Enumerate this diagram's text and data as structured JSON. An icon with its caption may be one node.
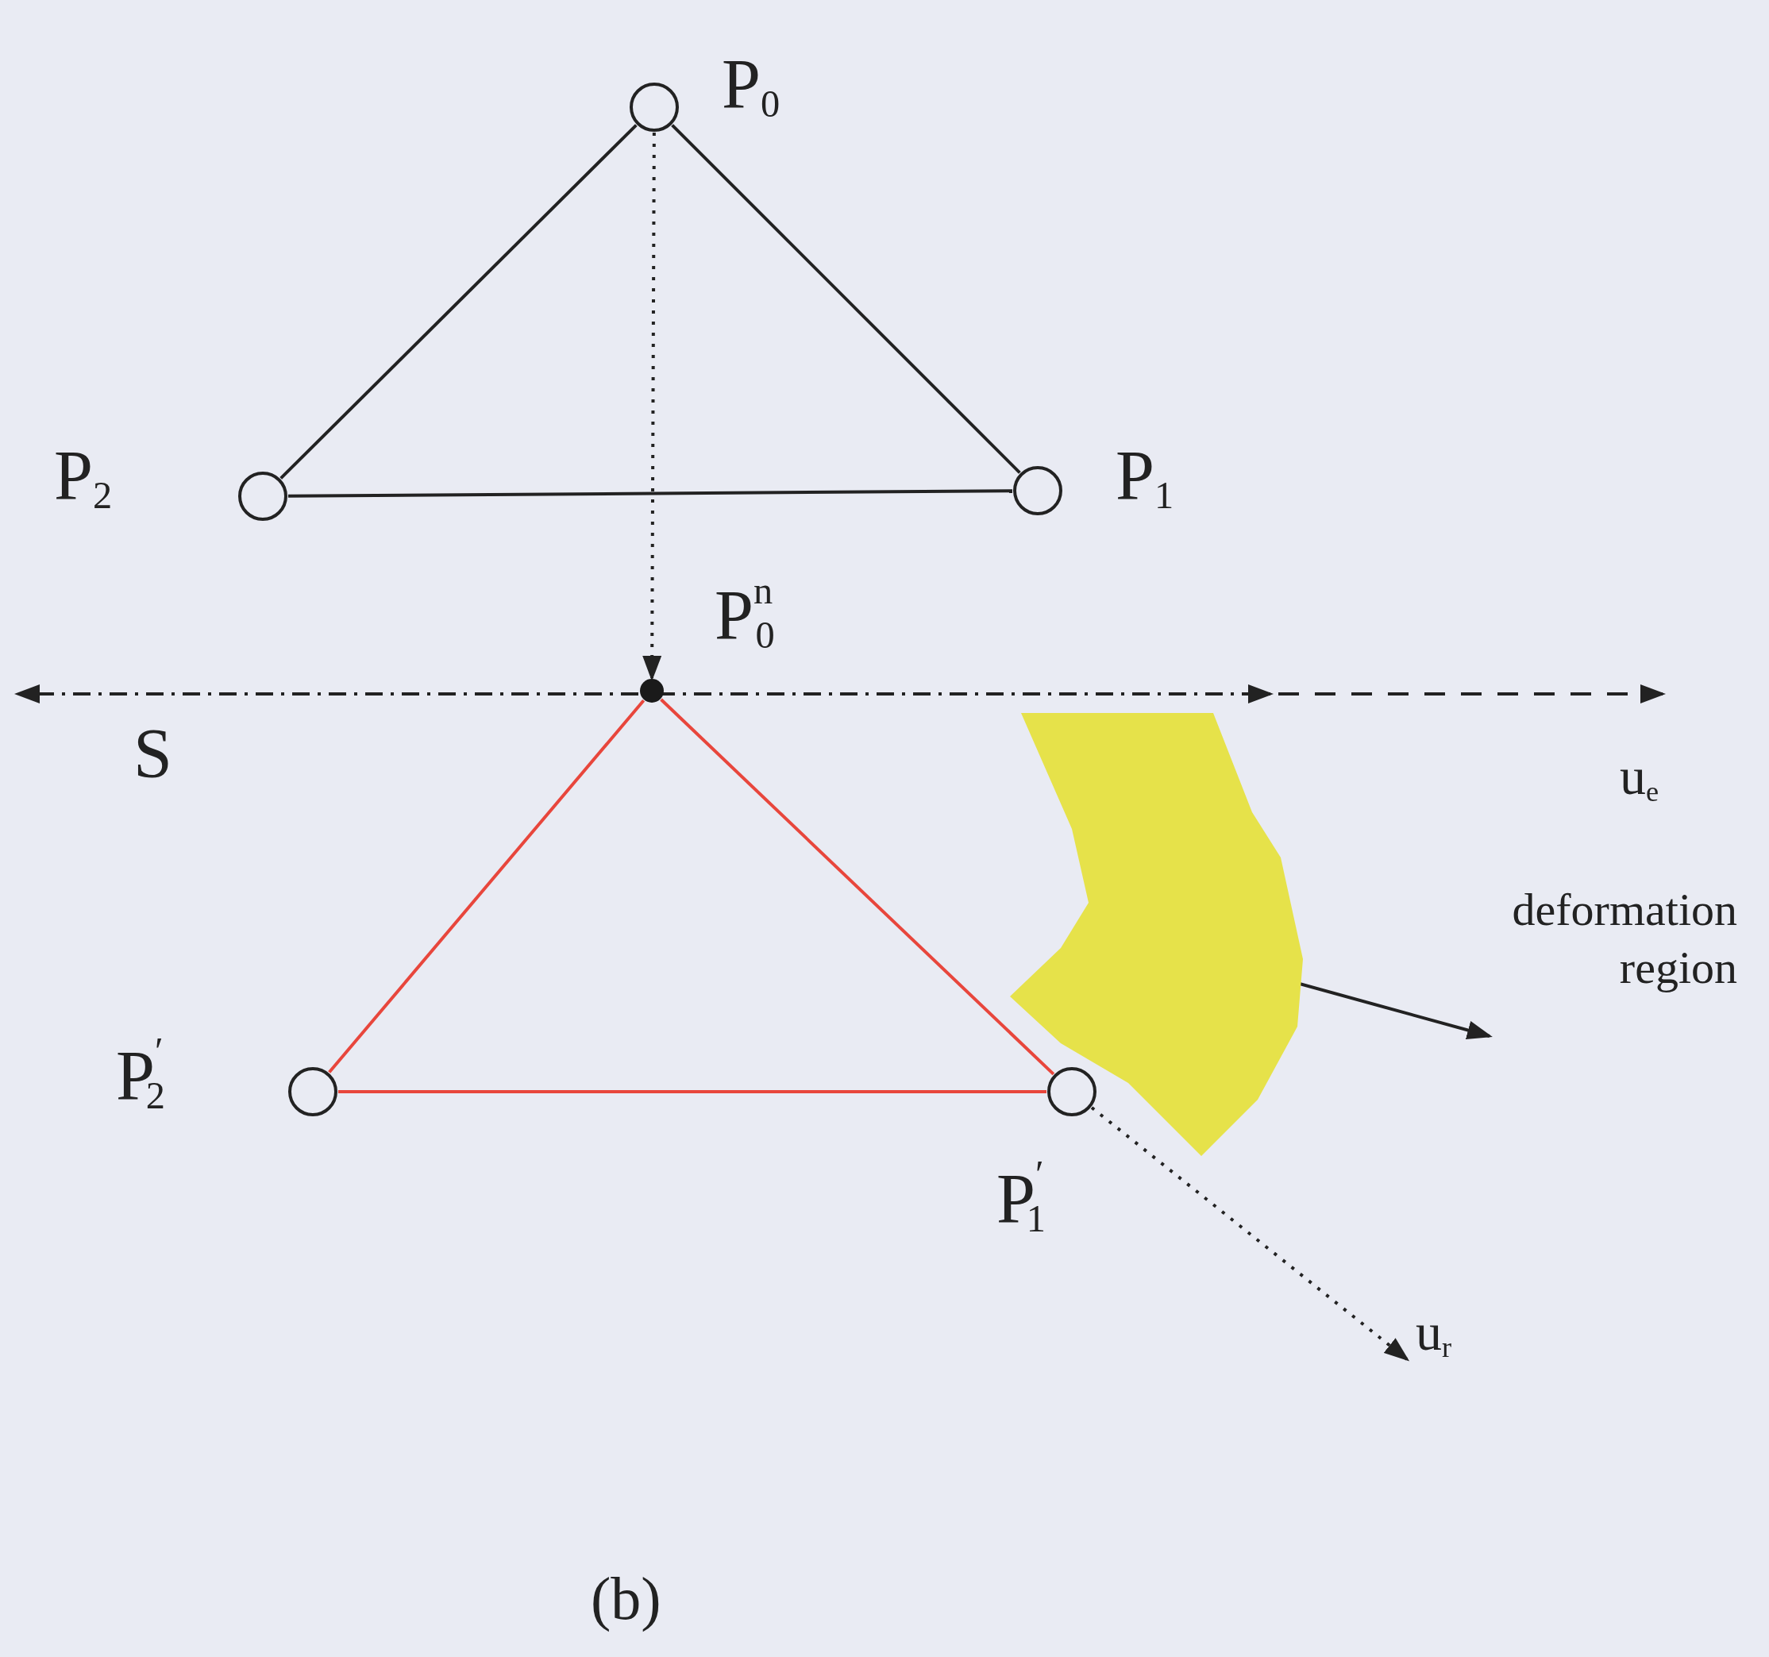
{
  "diagram": {
    "caption": "(b)",
    "nodes": [
      {
        "text": [],
        "shape": "circle",
        "beside": [
          "P$_{0}$"
        ]
      },
      {
        "text": [],
        "shape": "circle",
        "beside": [
          "P$_{2}$"
        ]
      },
      {
        "text": [],
        "shape": "circle",
        "beside": [
          "P$_{1}$"
        ]
      },
      {
        "text": [],
        "shape": "dot",
        "beside": [
          "P$^{n}$$_{0}$"
        ]
      },
      {
        "text": [],
        "shape": "blob"
      },
      {
        "text": [],
        "shape": "circle",
        "beside": [
          "P$^{′}$$_{2}$"
        ]
      },
      {
        "text": [],
        "shape": "circle",
        "beside": [
          "P$^{′}$$_{1}$"
        ]
      },
      {
        "text": [
          "u$_{r}$"
        ]
      }
    ],
    "edges": [
      {
        "from": 0,
        "to": 2,
        "arrow": "none"
      },
      {
        "from": 0,
        "to": 1,
        "arrow": "none"
      },
      {
        "from": 1,
        "to": 2,
        "arrow": "none"
      },
      {
        "from": 0,
        "to": 3,
        "arrow": "to",
        "style": "dashed"
      },
      {
        "from": 3,
        "to": 5,
        "arrow": "none",
        "color": "#e8463c"
      },
      {
        "from": 3,
        "to": 6,
        "arrow": "none",
        "color": "#e8463c"
      },
      {
        "from": 5,
        "to": 6,
        "arrow": "none",
        "color": "#e8463c"
      },
      {
        "from": 4,
        "to": null,
        "arrow": "to"
      },
      {
        "from": 6,
        "to": 7,
        "arrow": "to",
        "style": "dashed"
      }
    ],
    "labels": [
      "S",
      "u$_{e}$",
      "deformation region"
    ]
  }
}
